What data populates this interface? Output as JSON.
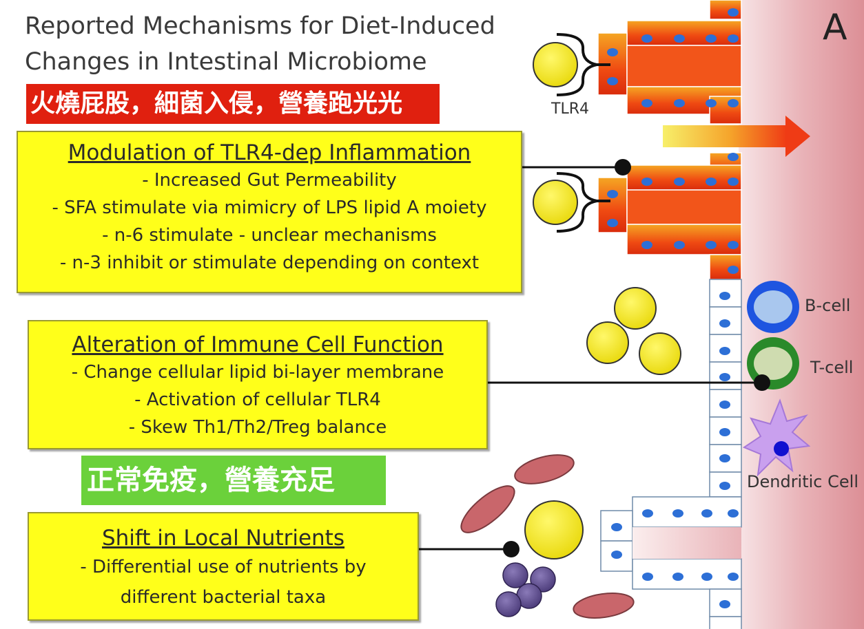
{
  "title": "Reported Mechanisms for Diet-Induced Changes in Intestinal Microbiome",
  "panel_letter": "A",
  "red_banner": "火燒屁股，細菌入侵，營養跑光光",
  "green_banner": "正常免疫，營養充足",
  "boxes": [
    {
      "heading": "Modulation of TLR4-dep Inflammation",
      "lines": [
        "- Increased Gut Permeability",
        "- SFA stimulate via mimicry of LPS lipid A moiety",
        "- n-6 stimulate - unclear mechanisms",
        "- n-3 inhibit or stimulate depending on context"
      ]
    },
    {
      "heading": "Alteration of Immune Cell Function",
      "lines": [
        "- Change cellular lipid bi-layer membrane",
        "- Activation of cellular TLR4",
        "- Skew Th1/Th2/Treg balance"
      ]
    },
    {
      "heading": "Shift in Local Nutrients",
      "lines": [
        "- Differential use of  nutrients  by",
        "different bacterial taxa"
      ]
    }
  ],
  "labels": {
    "tlr4": "TLR4",
    "b_cell": "B-cell",
    "t_cell": "T-cell",
    "dendritic_cell": "Dendritic Cell"
  },
  "colors": {
    "box_fill": "#ffff1a",
    "red_banner": "#e0200f",
    "green_banner": "#6bd13b",
    "tissue": "#e6a7ad",
    "inflamed_cell": "#f04a10",
    "bacteria_yellow": "#f2e81a",
    "bacteria_red": "#c9666b",
    "bacteria_purple": "#5b4a86",
    "b_cell_ring": "#1e55e0",
    "t_cell_ring": "#2a8a2a",
    "dendritic": "#c9a0ee",
    "nucleus": "#2d6fd6"
  }
}
